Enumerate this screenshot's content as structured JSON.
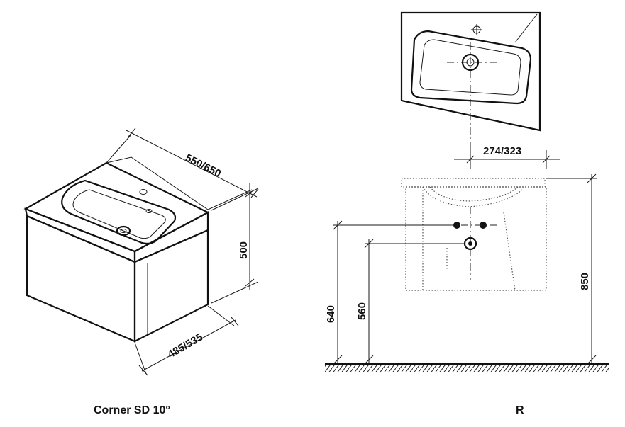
{
  "left_view": {
    "caption": "Corner SD 10°",
    "dim_width": "550/650",
    "dim_height": "500",
    "dim_depth": "485/535"
  },
  "right_view": {
    "caption": "R",
    "dim_offset": "274/323",
    "dim_total_height": "850",
    "dim_tap_height": "640",
    "dim_drain_height": "560"
  }
}
